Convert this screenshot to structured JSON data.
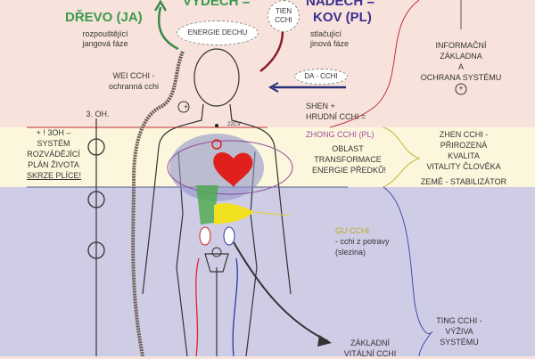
{
  "exhale": {
    "title_line1": "VÝDECH =",
    "title_line2": "DŘEVO (JA)",
    "sub_line1": "rozpouštějící",
    "sub_line2": "jangová fáze"
  },
  "inhale": {
    "title_line1": "NÁDECH =",
    "title_line2": "KOV (PL)",
    "sub_line1": "stlačující",
    "sub_line2": "jinová fáze"
  },
  "bubbles": {
    "energie_dechu": "ENERGIE DECHU",
    "tien_line1": "TIEN",
    "tien_line2": "CCHI",
    "da_cchi": "DA - CCHI"
  },
  "wei": {
    "line1": "WEI CCHI -",
    "line2": "ochranná cchi"
  },
  "oh3": "3. OH.",
  "left_box": [
    "+ ! 3OH –",
    "SYSTÉM",
    "ROZVÁDĚJÍCÍ",
    "PLÁN ŽIVOTA",
    "SKRZE PLÍCE!"
  ],
  "info": [
    "INFORMAČNÍ",
    "ZÁKLADNA",
    "A",
    "OCHRANA SYSTÉMU"
  ],
  "shen": {
    "line1": "SHEN +",
    "line2": "HRUDNÍ CCHI =",
    "zhong": "ZHONG CCHI (PL)"
  },
  "oblast": [
    "OBLAST",
    "TRANSFORMACE",
    "ENERGIE PŘEDKŮ!"
  ],
  "zhen": [
    "ZHEN CCHI -",
    "PŘIROZENÁ",
    "KVALITA",
    "VITALITY ČLOVĚKA"
  ],
  "zeme": "ZEMĚ - STABILIZÁTOR",
  "point_label": "22CV",
  "gu": {
    "title": "GU CCHI",
    "line1": "- cchi z potravy",
    "line2": "(slezina)"
  },
  "ting": [
    "TING CCHI -",
    "VÝŽIVA",
    "SYSTÉMU"
  ],
  "zakladni": [
    "ZÁKLADNÍ",
    "VITÁLNÍ CCHI"
  ],
  "plus_symbol": "+",
  "colors": {
    "pink_band": "#f8e3dc",
    "yellow_band": "#fcf7dc",
    "lavender_band": "#cfcde6",
    "green": "#3a9a4a",
    "purple": "#3c2f8f",
    "red": "#e0201c"
  }
}
